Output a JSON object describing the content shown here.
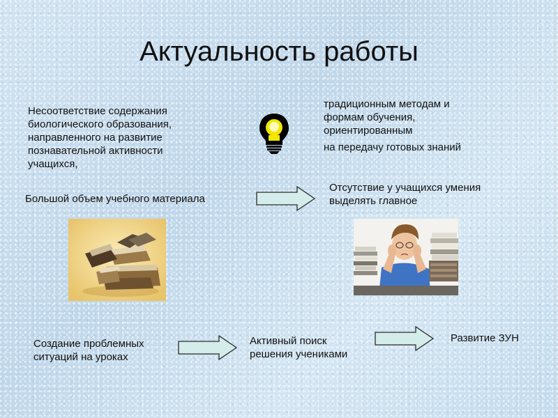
{
  "slide": {
    "title": "Актуальность работы",
    "left_text": [
      "Несоответствие содержания",
      "биологического образования,",
      "направленного на  развитие",
      "познавательной активности",
      "учащихся,"
    ],
    "right_text": [
      "традиционным методам и",
      "формам обучения,",
      "ориентированным",
      "на передачу готовых знаний"
    ],
    "row2_left": "Большой объем учебного материала",
    "row2_right": [
      "Отсутствие у учащихся умения",
      "выделять главное"
    ],
    "bottom_1": [
      "Создание проблемных",
      "ситуаций на уроках"
    ],
    "bottom_2": [
      "Активный поиск",
      "решения учениками"
    ],
    "bottom_3": "Развитие ЗУН"
  },
  "icons": {
    "bulb": "lightbulb-icon",
    "arrow": "right-arrow-icon"
  },
  "colors": {
    "arrow_fill": "#d4ecea",
    "arrow_stroke": "#2a2a2a",
    "bulb_glow": "#f2e600"
  }
}
